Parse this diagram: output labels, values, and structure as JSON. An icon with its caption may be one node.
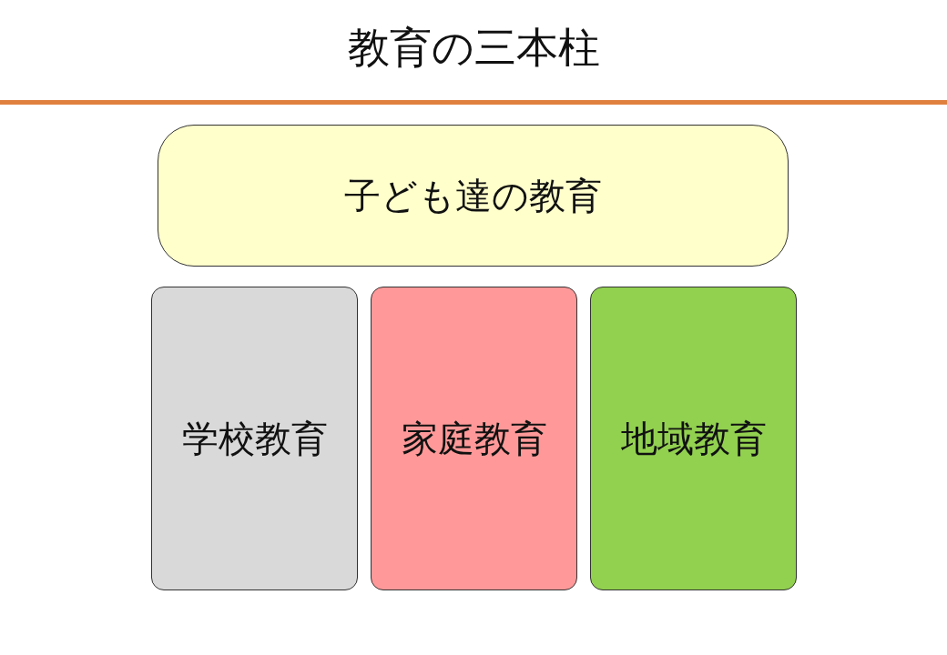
{
  "diagram": {
    "title": "教育の三本柱",
    "nodes": [
      {
        "text": [
          "子ども達の教育"
        ]
      },
      {
        "text": [
          "学校教育"
        ]
      },
      {
        "text": [
          "家庭教育"
        ]
      },
      {
        "text": [
          "地域教育"
        ]
      }
    ]
  }
}
